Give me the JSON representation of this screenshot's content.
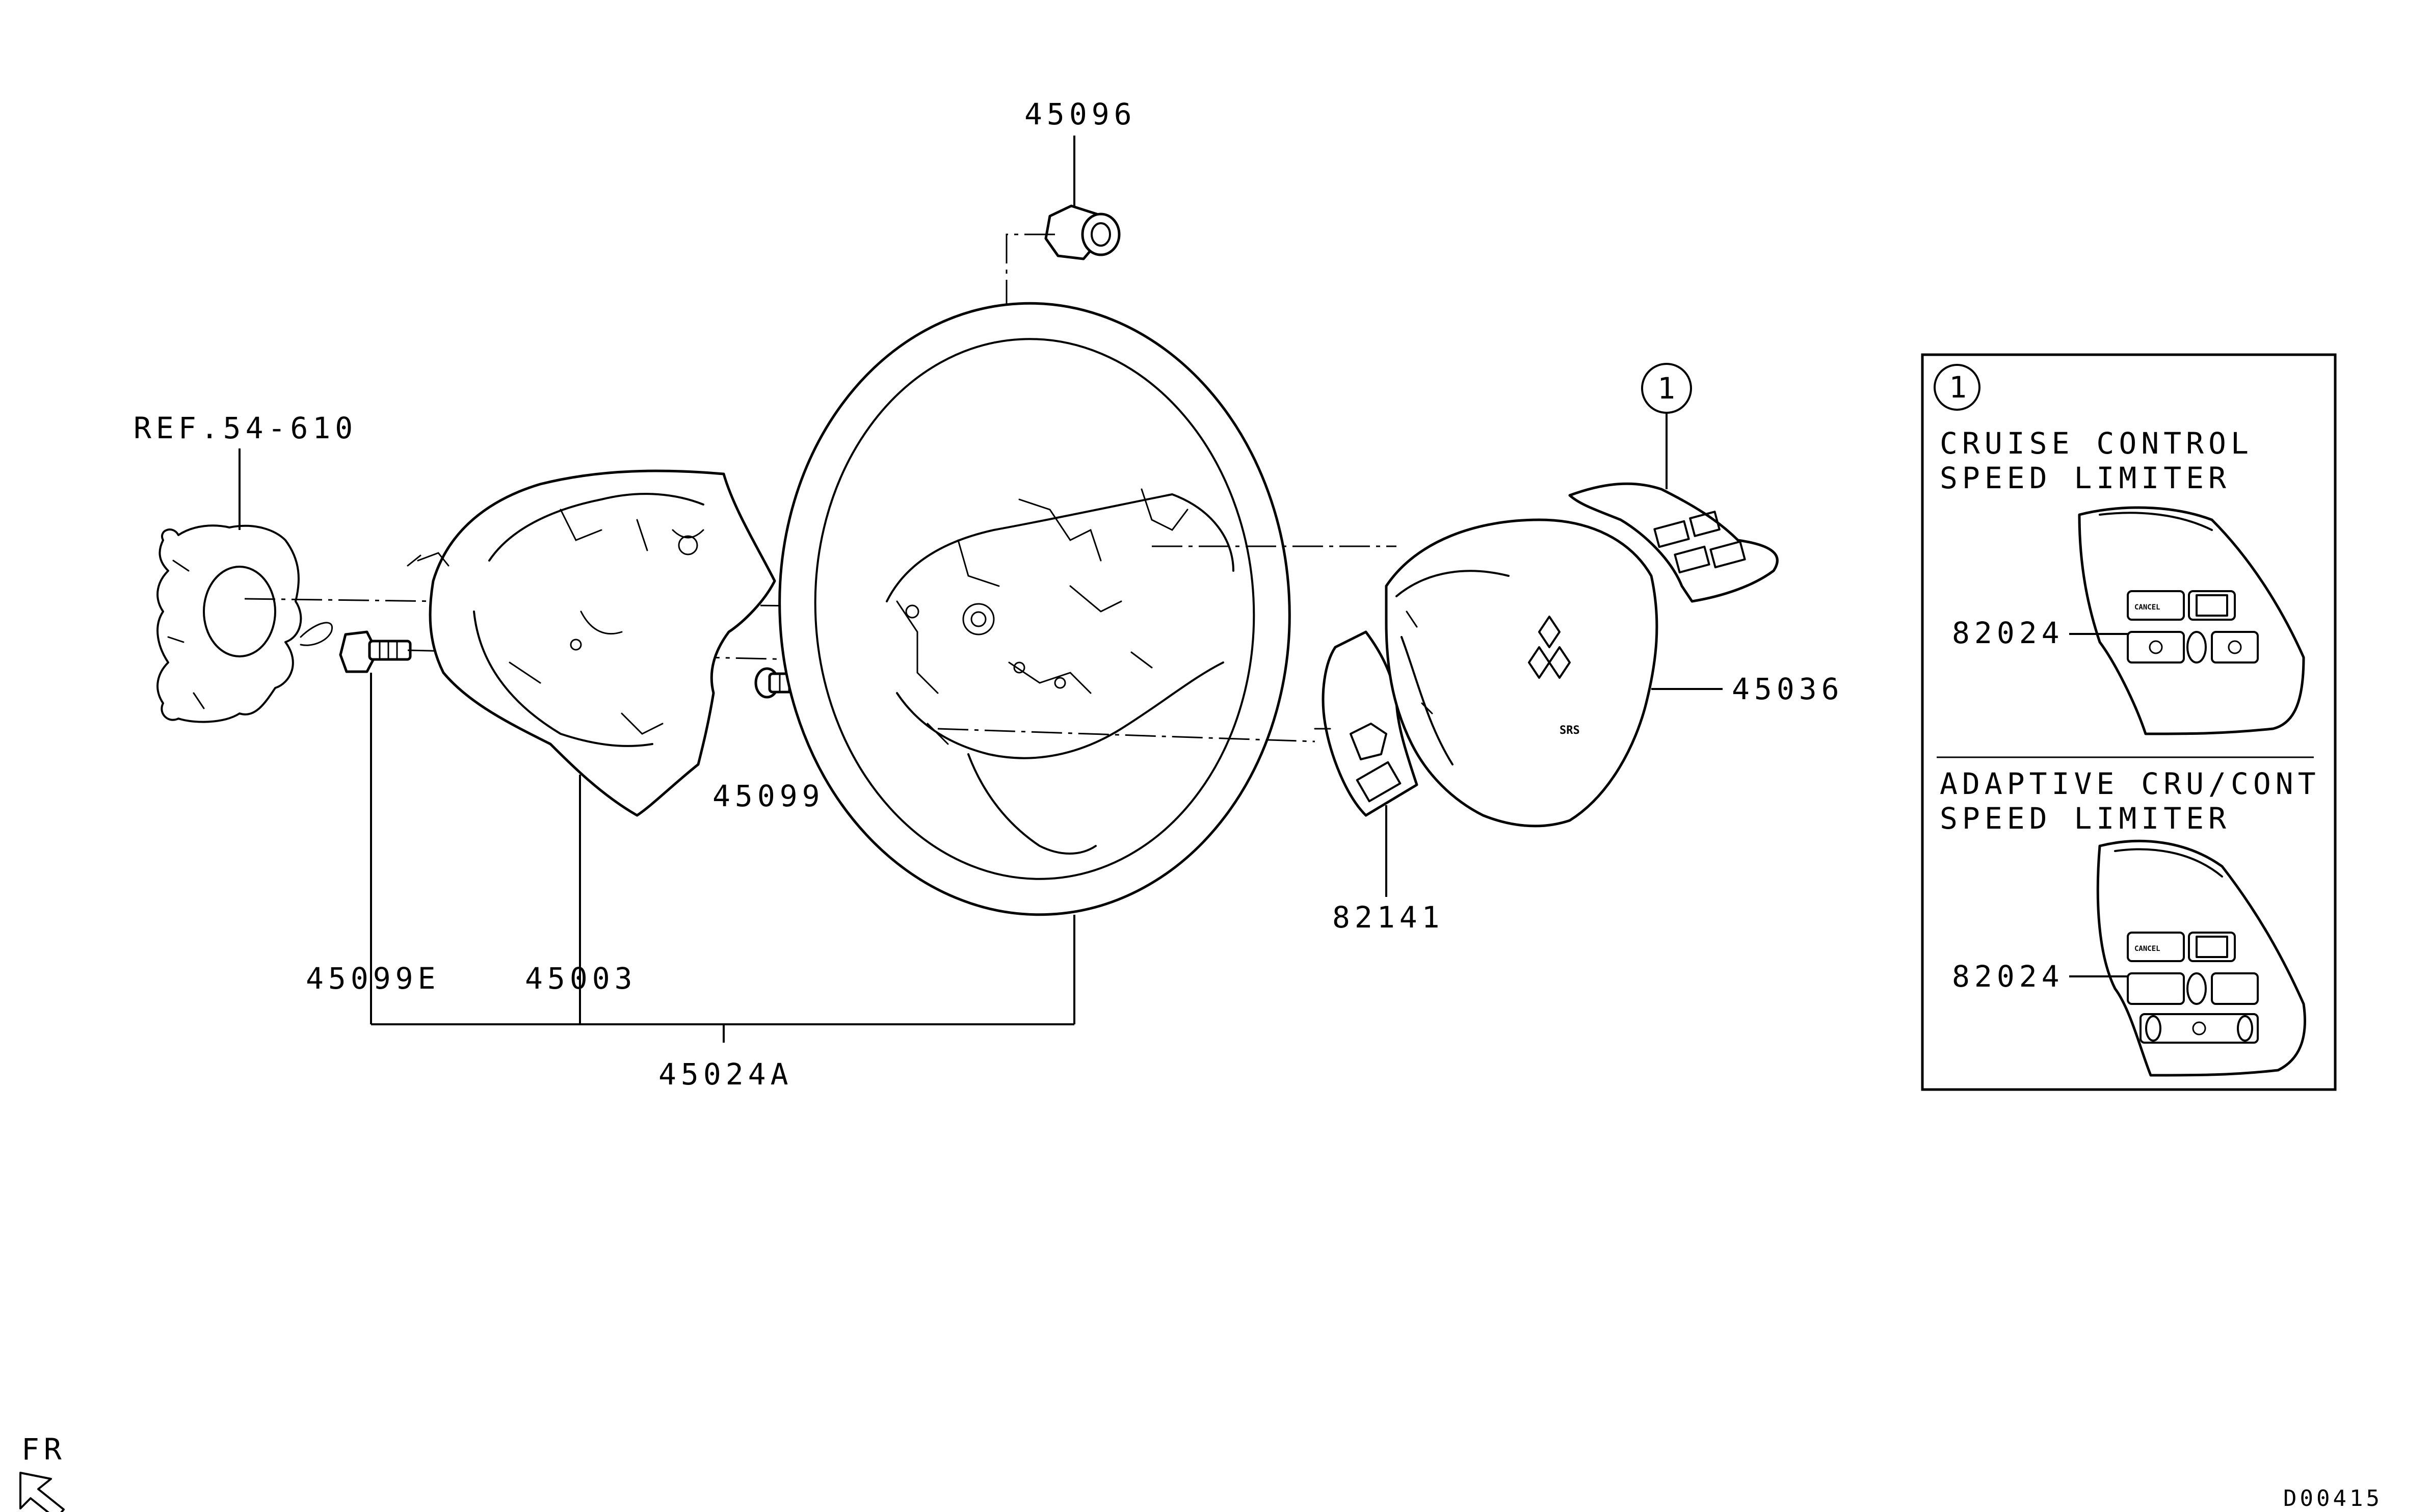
{
  "callouts": {
    "nut": "45096",
    "clock_spring_ref": "REF.54-610",
    "cover_screw": "45099E",
    "wheel_screw": "45099",
    "lower_cover": "45003",
    "wheel_assembly": "45024A",
    "pad_switch": "82141",
    "airbag_module": "45036",
    "circle_ref": "1"
  },
  "inset": {
    "circle_ref": "1",
    "section1": {
      "line1": "CRUISE CONTROL",
      "line2": "SPEED LIMITER",
      "part": "82024",
      "btn_cancel": "CANCEL"
    },
    "section2": {
      "line1": "ADAPTIVE CRU/CONT",
      "line2": "SPEED LIMITER",
      "part": "82024",
      "btn_cancel": "CANCEL"
    }
  },
  "orientation": "FR",
  "drawing_id": "D00415",
  "logo_text": "SRS"
}
